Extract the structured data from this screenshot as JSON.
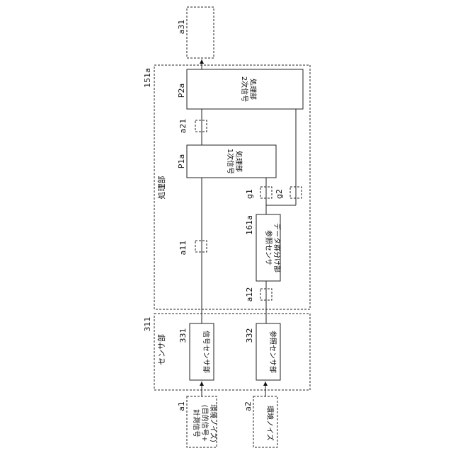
{
  "labels": {
    "a31": "a31",
    "unit_151a": "151a",
    "p2a": "P2a",
    "a21": "a21",
    "p1a": "P1a",
    "processing_unit": "処理部",
    "g1": "g1",
    "g2": "g2",
    "unit_161a": "161a",
    "a11": "a11",
    "a12": "a12",
    "unit_311": "311",
    "sensor_unit": "センサ部",
    "unit_331": "331",
    "unit_332": "332",
    "a1": "a1",
    "a2": "a2"
  },
  "blocks": {
    "secondary_line1": "2次信号",
    "secondary_line2": "処理部",
    "primary_line1": "1次信号",
    "primary_line2": "処理部",
    "ref_sort_line1": "参照センサ",
    "ref_sort_line2": "データ群分け部",
    "signal_sensor": "信号センサ部",
    "ref_sensor": "参照センサ部",
    "measure_line1": "計測信号",
    "measure_line2": "(目的信号+",
    "measure_line3": "環境ノイズ)",
    "env_noise": "環境ノイズ"
  }
}
